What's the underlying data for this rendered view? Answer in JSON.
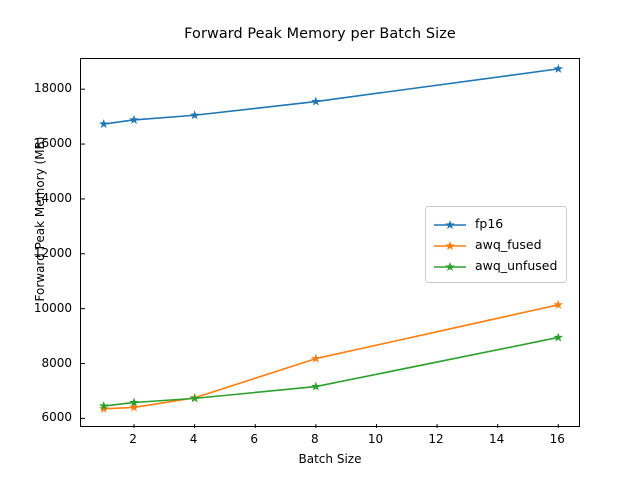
{
  "chart_data": {
    "type": "line",
    "title": "Forward Peak Memory per Batch Size",
    "xlabel": "Batch Size",
    "ylabel": "Forward Peak Memory (MB)",
    "x": [
      1,
      2,
      4,
      8,
      16
    ],
    "xlim": [
      0.25,
      16.75
    ],
    "ylim": [
      5650,
      19100
    ],
    "xticks": [
      2,
      4,
      6,
      8,
      10,
      12,
      14,
      16
    ],
    "yticks": [
      6000,
      8000,
      10000,
      12000,
      14000,
      16000,
      18000
    ],
    "grid": false,
    "legend_position": "center right",
    "marker": "star",
    "series": [
      {
        "name": "fp16",
        "color": "#1f77b4",
        "values": [
          16730,
          16880,
          17050,
          17550,
          18740
        ]
      },
      {
        "name": "awq_fused",
        "color": "#ff7f0e",
        "values": [
          6350,
          6400,
          6750,
          8180,
          10140
        ]
      },
      {
        "name": "awq_unfused",
        "color": "#2ca02c",
        "values": [
          6450,
          6580,
          6730,
          7160,
          8950
        ]
      }
    ]
  },
  "axes": {
    "ytick_labels": [
      "6000",
      "8000",
      "10000",
      "12000",
      "14000",
      "16000",
      "18000"
    ],
    "xtick_labels": [
      "2",
      "4",
      "6",
      "8",
      "10",
      "12",
      "14",
      "16"
    ]
  },
  "legend": {
    "entries": [
      {
        "label": "fp16",
        "color": "#1f77b4"
      },
      {
        "label": "awq_fused",
        "color": "#ff7f0e"
      },
      {
        "label": "awq_unfused",
        "color": "#2ca02c"
      }
    ]
  }
}
